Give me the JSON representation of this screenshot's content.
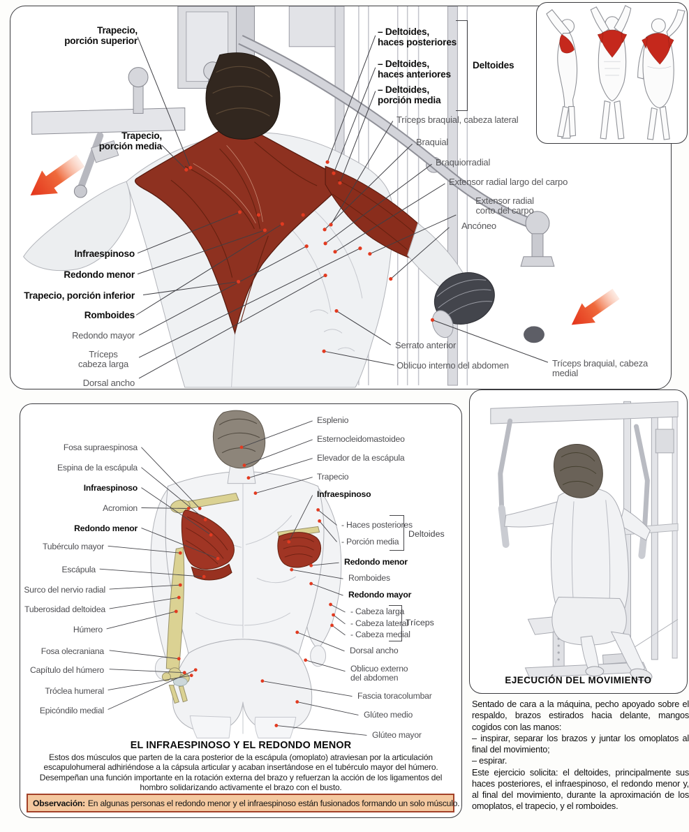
{
  "colors": {
    "accent_red": "#c5281c",
    "muscle_red": "#8e3120",
    "bone_yellow": "#dbd293",
    "note_bg": "#f4c89f",
    "note_border": "#a34129"
  },
  "top_panel": {
    "left_labels": [
      "Trapecio,\nporción superior",
      "Trapecio,\nporción media",
      "Infraespinoso",
      "Redondo menor",
      "Trapecio, porción inferior",
      "Romboides",
      "Redondo mayor",
      "Tríceps\ncabeza larga",
      "Dorsal ancho"
    ],
    "deltoides_items": [
      "– Deltoides,\nhaces posteriores",
      "– Deltoides,\nhaces anteriores",
      "– Deltoides,\nporción media"
    ],
    "deltoides_group": "Deltoides",
    "right_labels": [
      "Tríceps braquial, cabeza lateral",
      "Braquial",
      "Braquiorradial",
      "Extensor radial largo del carpo",
      "Extensor radial\ncorto del carpo",
      "Ancóneo"
    ],
    "lower_labels": [
      "Serrato anterior",
      "Oblicuo interno del abdomen",
      "Tríceps braquial, cabeza medial"
    ]
  },
  "anatomy_panel": {
    "left_labels": [
      "Fosa supraespinosa",
      "Espina de la escápula",
      "Infraespinoso",
      "Acromion",
      "Redondo menor",
      "Tubérculo mayor",
      "Escápula",
      "Surco del nervio radial",
      "Tuberosidad deltoidea",
      "Húmero",
      "Fosa olecraniana",
      "Capítulo del húmero",
      "Tróclea humeral",
      "Epicóndilo medial"
    ],
    "neck_labels": [
      "Esplenio",
      "Esternocleidomastoideo",
      "Elevador de la escápula",
      "Trapecio",
      "Infraespinoso"
    ],
    "deltoides_items": [
      "- Haces posteriores",
      "- Porción media"
    ],
    "deltoides_group": "Deltoides",
    "mid_labels": [
      "Redondo menor",
      "Romboides",
      "Redondo mayor"
    ],
    "triceps_items": [
      "- Cabeza larga",
      "- Cabeza lateral",
      "- Cabeza medial"
    ],
    "triceps_group": "Tríceps",
    "lower_labels": [
      "Dorsal ancho",
      "Oblicuo externo\ndel abdomen",
      "Fascia toracolumbar",
      "Glúteo medio",
      "Glúteo mayor"
    ],
    "title": "EL INFRAESPINOSO Y EL REDONDO MENOR",
    "description": "Estos dos músculos que parten de la cara posterior de la escápula (omoplato) atraviesan por la articulación escapulohumeral adhiriéndose a la cápsula articular y acaban insertándose en el tubérculo mayor del húmero. Desempeñan una función importante en la rotación externa del brazo y refuerzan la acción de los ligamentos del hombro solidarizando activamente el brazo con el busto.",
    "note_label": "Observación:",
    "note_text": "En algunas personas el redondo menor y el infraespinoso están fusionados formando un solo músculo."
  },
  "execution_panel": {
    "title": "EJECUCIÓN DEL MOVIMIENTO",
    "paragraphs": [
      "Sentado de cara a la máquina, pecho apoyado sobre el respaldo, brazos estirados hacia delante, mangos cogidos con las manos:",
      "–  inspirar, separar los brazos y juntar los omoplatos al final del movimiento;",
      "–  espirar.",
      "Este ejercicio solicita: el deltoides, principalmente sus haces posteriores, el infraespinoso, el redondo menor y, al final del movimiento, durante la aproximación de los omoplatos, el trapecio, y el romboides."
    ]
  }
}
